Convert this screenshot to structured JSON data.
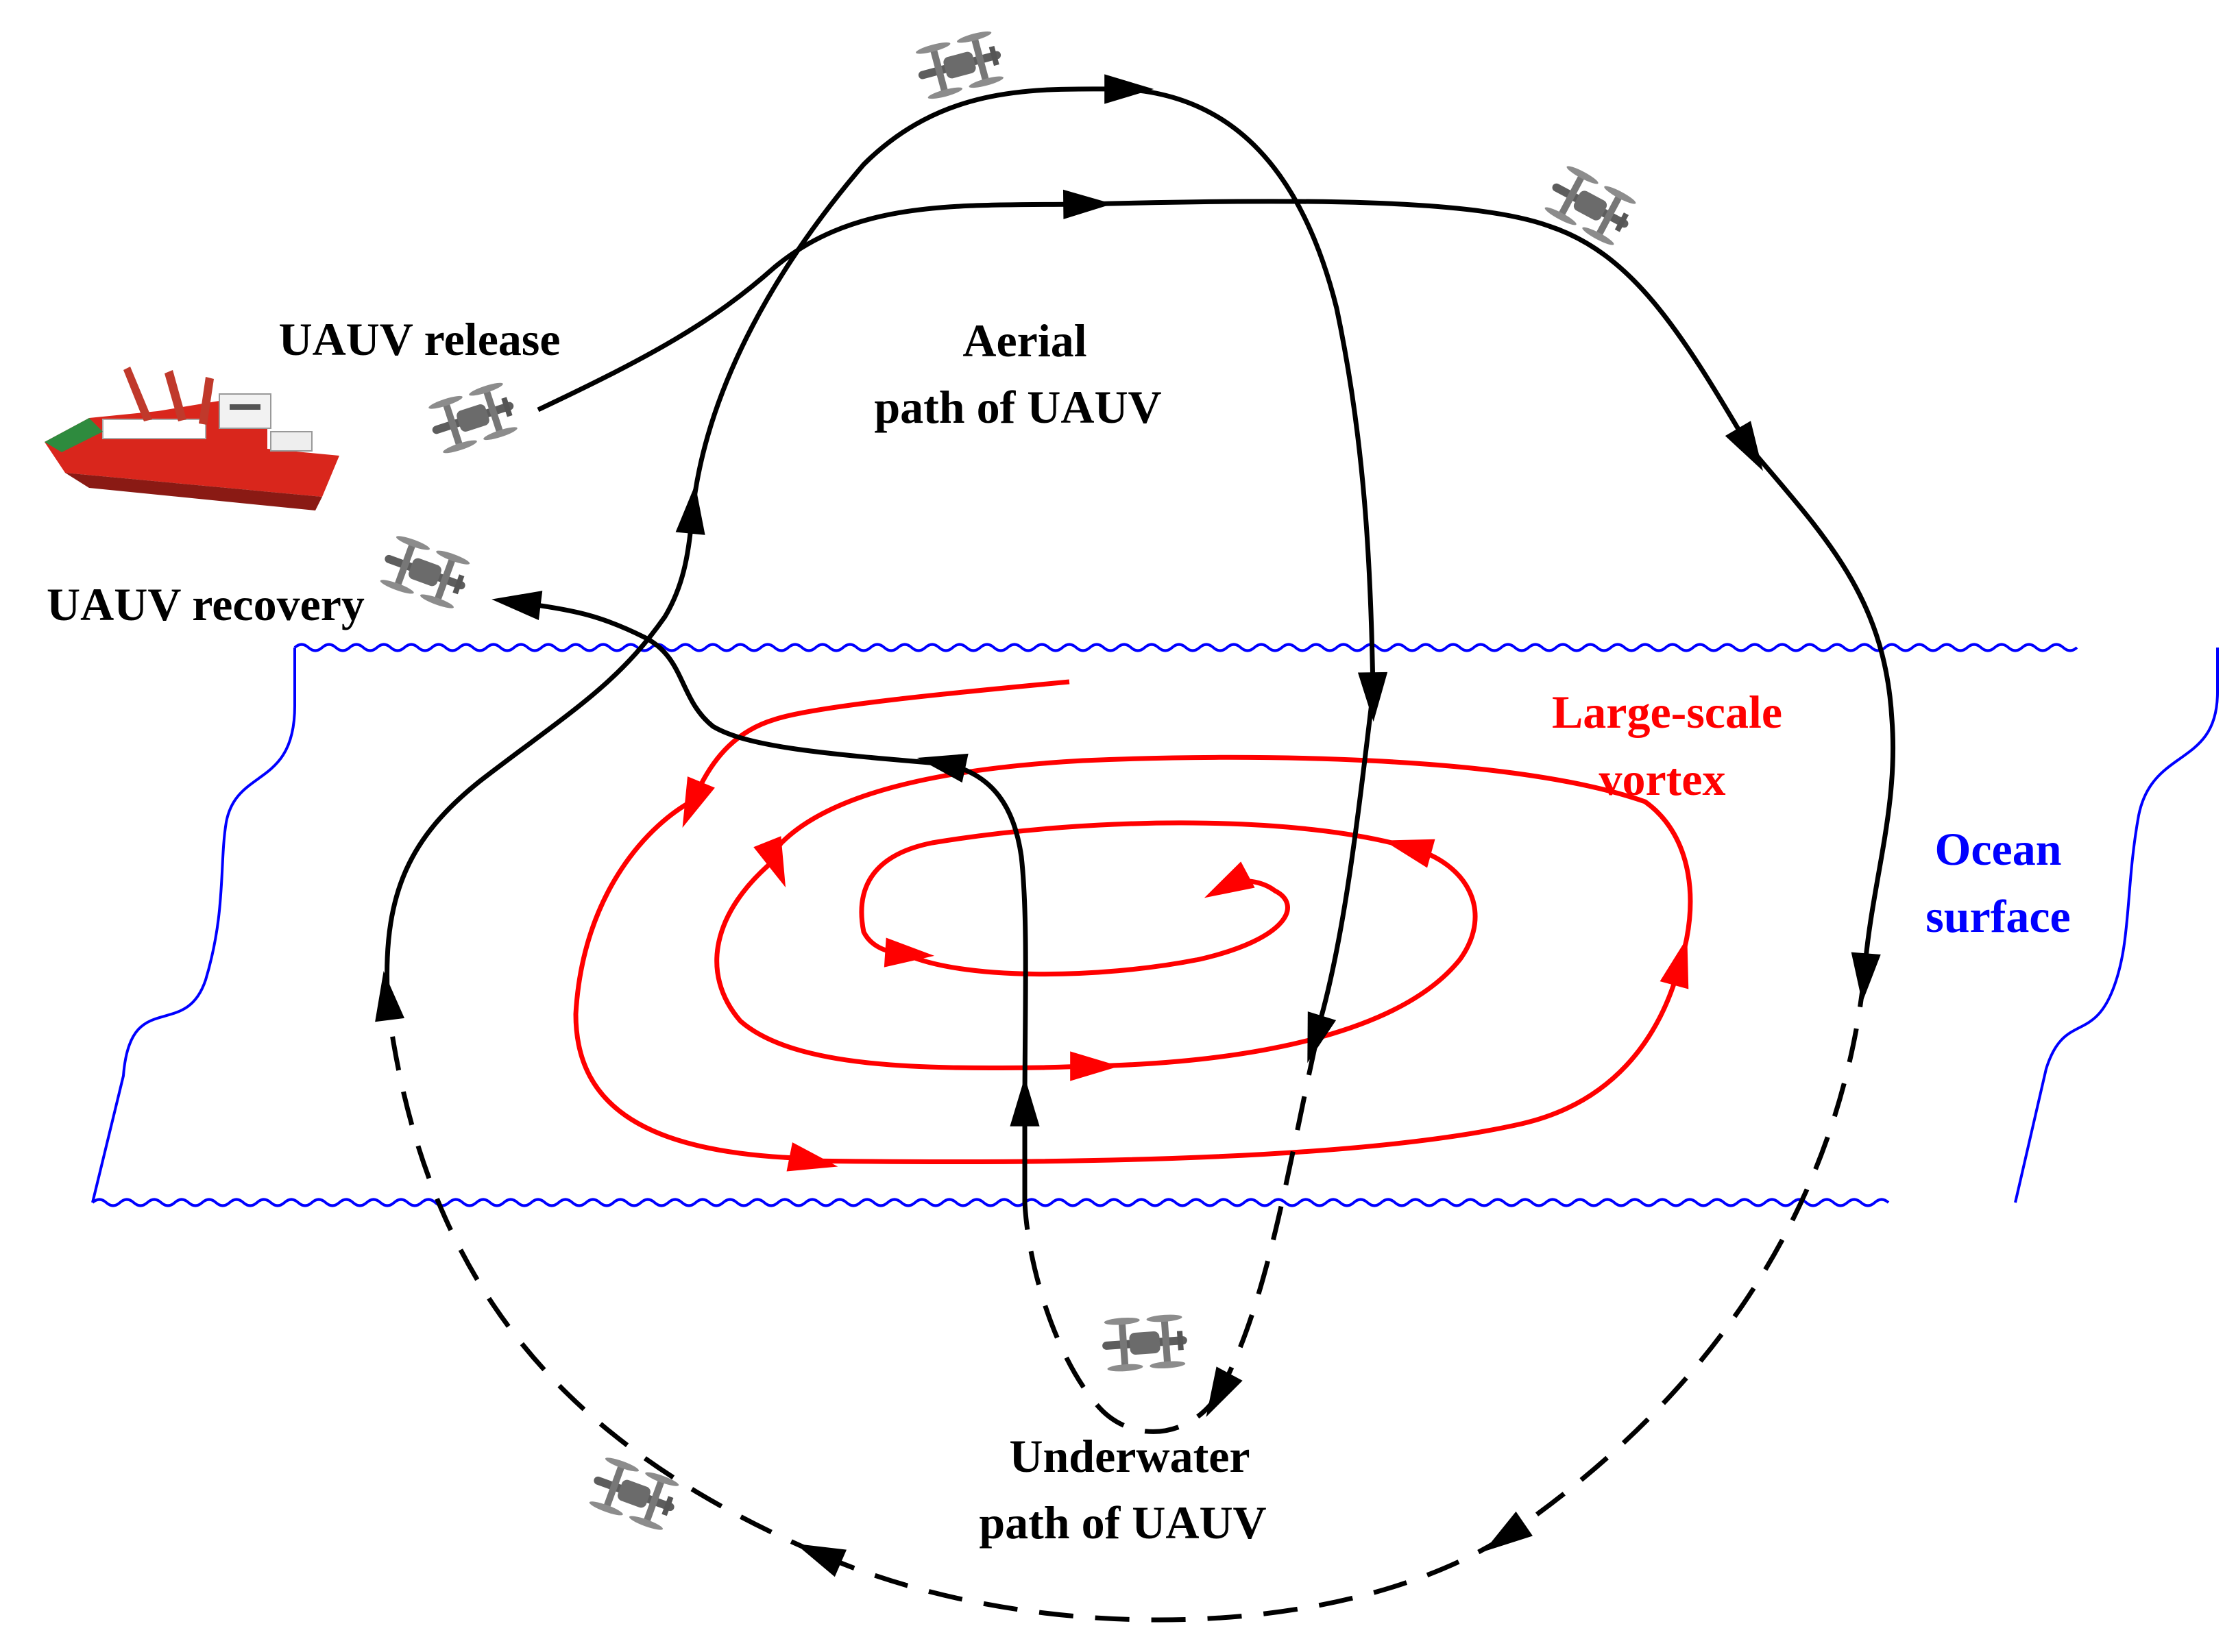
{
  "labels": {
    "uauv_release": "UAUV release",
    "uauv_recovery": "UAUV recovery",
    "aerial_path": [
      "Aerial",
      "path of UAUV"
    ],
    "large_scale_vortex": [
      "Large-scale",
      "vortex"
    ],
    "ocean_surface": [
      "Ocean",
      "surface"
    ],
    "underwater_path": [
      "Underwater",
      "path of UAUV"
    ]
  },
  "colors": {
    "path": "#000000",
    "vortex": "#ff0000",
    "ocean": "#0000ff",
    "drone": "#6b6b6b",
    "ship_hull": "#d9261c"
  },
  "icons": [
    "ship-icon",
    "drone-icon"
  ]
}
